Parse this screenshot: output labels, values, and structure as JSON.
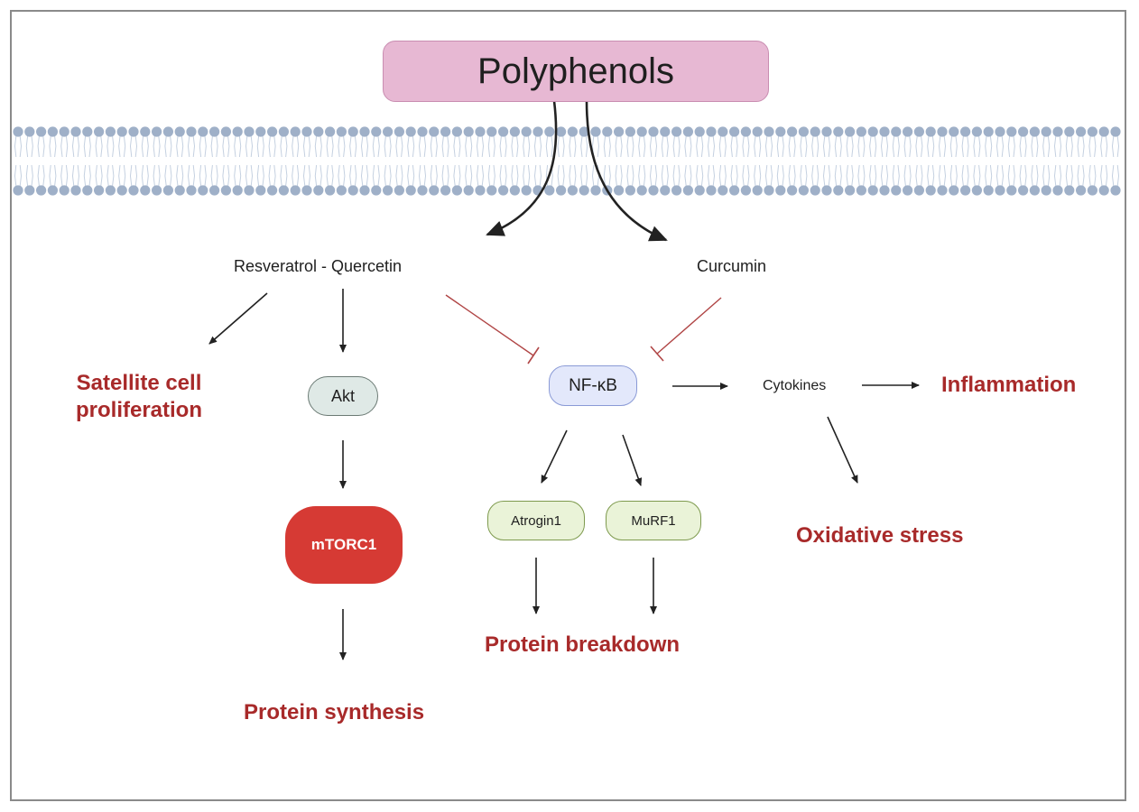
{
  "source_node": {
    "label": "Polyphenols",
    "fill": "#e7b8d3",
    "border": "#c98db1"
  },
  "compounds": {
    "left": "Resveratrol - Quercetin",
    "right": "Curcumin"
  },
  "nodes": {
    "akt": {
      "label": "Akt",
      "fill": "#dfe9e6",
      "border": "#6b7a74"
    },
    "mtorc1": {
      "label": "mTORC1",
      "fill": "#d63a34",
      "text_color": "#ffffff"
    },
    "nfkb": {
      "label": "NF-κB",
      "fill": "#e3e8fb",
      "border": "#8a9ad6"
    },
    "atrogin1": {
      "label": "Atrogin1",
      "fill": "#eaf3d8",
      "border": "#7e9a4e"
    },
    "murf1": {
      "label": "MuRF1",
      "fill": "#eaf3d8",
      "border": "#7e9a4e"
    },
    "cytokines": {
      "label": "Cytokines"
    }
  },
  "outcomes": {
    "satellite": "Satellite cell\nproliferation",
    "protein_synthesis": "Protein synthesis",
    "protein_breakdown": "Protein breakdown",
    "inflammation": "Inflammation",
    "oxidative_stress": "Oxidative stress"
  },
  "colors": {
    "outcome_text": "#a82a2a",
    "inhibition_line": "#b04545",
    "activation_arrow": "#222222",
    "membrane_head": "#9fb0c8",
    "membrane_tail": "#c4d0e0"
  }
}
